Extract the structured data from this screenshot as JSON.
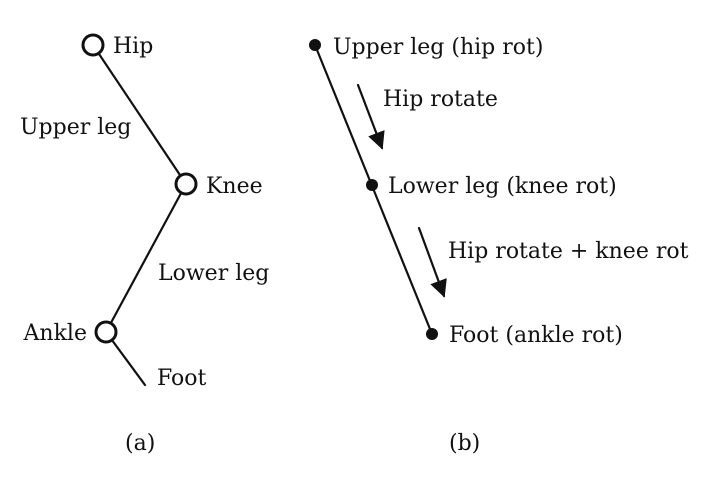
{
  "panel_a": {
    "joints": {
      "hip": "Hip",
      "knee": "Knee",
      "ankle": "Ankle"
    },
    "segments": {
      "upper_leg": "Upper leg",
      "lower_leg": "Lower leg",
      "foot": "Foot"
    },
    "caption": "(a)"
  },
  "panel_b": {
    "nodes": {
      "upper_leg": "Upper leg (hip rot)",
      "lower_leg": "Lower leg (knee rot)",
      "foot": "Foot (ankle rot)"
    },
    "arrows": {
      "first": "Hip rotate",
      "second": "Hip rotate + knee rot"
    },
    "caption": "(b)"
  }
}
